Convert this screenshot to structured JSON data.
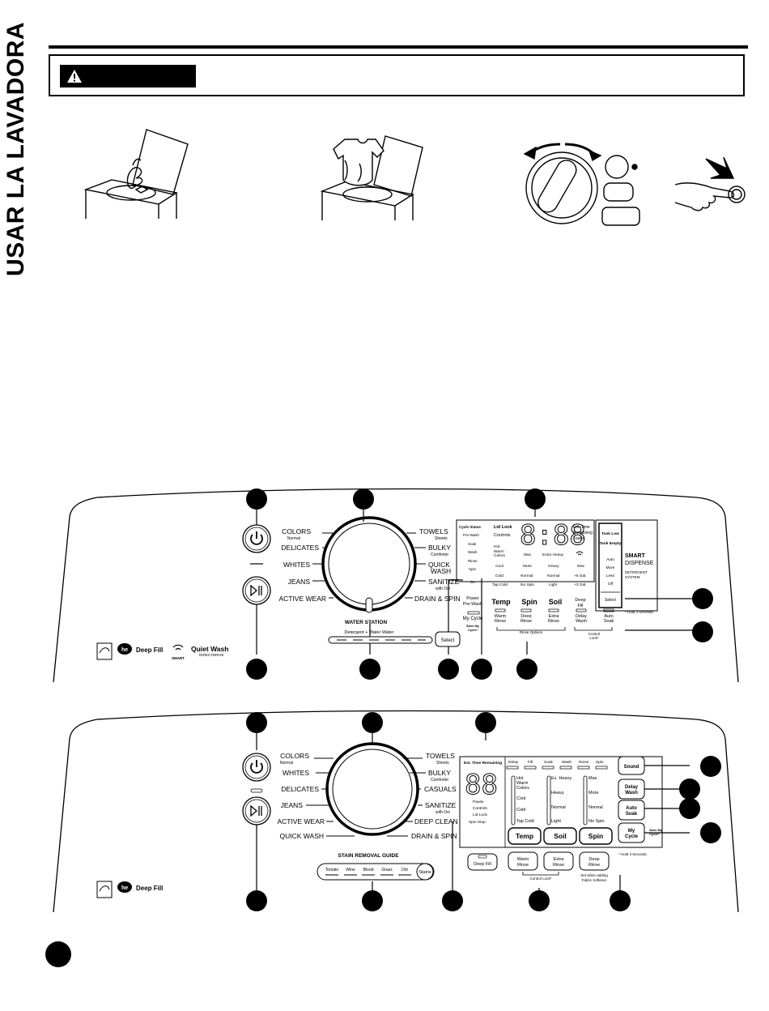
{
  "page": {
    "side_title": "USAR LA LAVADORA",
    "warning_label": ""
  },
  "panel1": {
    "cycles_left": [
      "COLORS",
      "DELICATES",
      "WHITES",
      "JEANS",
      "ACTIVE WEAR"
    ],
    "cycles_left_sub": [
      "Normal",
      "",
      "",
      "",
      ""
    ],
    "cycles_right": [
      "TOWELS",
      "BULKY",
      "QUICK",
      "SANITIZE",
      "DRAIN & SPIN"
    ],
    "cycles_right_sub": [
      "Sheets",
      "Comforter",
      "WASH",
      "with Oxi",
      ""
    ],
    "water_station": "WATER STATION",
    "water_station_labels": "Detergent + Water     Water",
    "select_button": "Select",
    "status_col": [
      "Cycle Status",
      "Pre-Wash",
      "Soak",
      "Wash",
      "Rinse",
      "Spin",
      "",
      "On"
    ],
    "lock_lines": [
      "Lid Lock",
      "Controls"
    ],
    "display_digits": "8:88",
    "est_time": [
      "Est. Time",
      "Remaining",
      "Loads"
    ],
    "temp_col": [
      "Hot",
      "Warm",
      "Colors",
      "Cool",
      "Cold",
      "Tap Cold"
    ],
    "spin_col": [
      "Max",
      "More",
      "Normal",
      "No Spin"
    ],
    "soil_col": [
      "Extra Heavy",
      "Heavy",
      "Normal",
      "Light"
    ],
    "fill_col": [
      "Max",
      "+5 Gal.",
      "+3 Gal."
    ],
    "buttons": [
      "Temp",
      "Spin",
      "Soil"
    ],
    "deep_fill": [
      "Deep",
      "Fill"
    ],
    "power_prewash": [
      "Power",
      "Pre-Wash"
    ],
    "my_cycle": "My Cycle",
    "save_my_cycle": [
      "Save My",
      "Cycle*"
    ],
    "rinse_buttons": [
      [
        "Warm",
        "Rinse"
      ],
      [
        "Deep",
        "Rinse"
      ],
      [
        "Extra",
        "Rinse"
      ]
    ],
    "rinse_options": "Rinse Options",
    "delay_wash": [
      "Delay",
      "Wash"
    ],
    "auto_soak": [
      "Auto",
      "Soak"
    ],
    "control_lock": [
      "Control",
      "Lock*"
    ],
    "hold_note": "* Hold 3 Seconds",
    "smart_dispense": {
      "tank": [
        "Tank Low",
        "Tank Empty"
      ],
      "levels": [
        "Auto",
        "More",
        "Less",
        "Off"
      ],
      "title": "SMART",
      "sub": "DISPENSE",
      "detergent": [
        "DETERGENT",
        "SYSTEM"
      ],
      "select": "Select"
    },
    "logos": [
      "Deep Fill",
      "SMART",
      "Quiet Wash",
      "DIRECTDRIVE"
    ]
  },
  "panel2": {
    "cycles_left": [
      "COLORS",
      "WHITES",
      "DELICATES",
      "JEANS",
      "ACTIVE WEAR",
      "QUICK WASH"
    ],
    "cycles_left_sub": [
      "Normal",
      "",
      "",
      "",
      "",
      ""
    ],
    "cycles_right": [
      "TOWELS",
      "BULKY",
      "CASUALS",
      "SANITIZE",
      "DEEP CLEAN",
      "DRAIN & SPIN"
    ],
    "cycles_right_sub": [
      "Sheets",
      "Comforter",
      "",
      "with Oxi",
      "",
      ""
    ],
    "stain_guide": "STAIN REMOVAL GUIDE",
    "stains": [
      "Tomato",
      "Wine",
      "Blood",
      "Grass",
      "Dirt"
    ],
    "stains_button": "Stains",
    "est_time": "Est. Time Remaining",
    "display_digits": "88",
    "status_lines": [
      "Pause",
      "Controls",
      "Lid Lock",
      "Spin Stop"
    ],
    "progress": [
      "Delay",
      "Fill",
      "Soak",
      "Wash",
      "Rinse",
      "Spin"
    ],
    "temp_col": [
      "Hot",
      "Warm",
      "Colors",
      "Cool",
      "Cold",
      "Tap Cold"
    ],
    "soil_col": [
      "Ex. Heavy",
      "Heavy",
      "Normal",
      "Light"
    ],
    "spin_col": [
      "Max",
      "More",
      "Normal",
      "No Spin"
    ],
    "buttons": [
      "Temp",
      "Soil",
      "Spin"
    ],
    "deep_fill": "Deep Fill",
    "rinse_buttons": [
      [
        "Warm",
        "Rinse"
      ],
      [
        "Extra",
        "Rinse"
      ],
      [
        "Deep",
        "Rinse"
      ]
    ],
    "control_lock": "Control Lock*",
    "deep_rinse_note": [
      "Set when adding",
      "Fabric Softener"
    ],
    "hold_note": "* Hold 3 Seconds",
    "right_buttons": [
      [
        "Sound"
      ],
      [
        "Delay",
        "Wash"
      ],
      [
        "Auto",
        "Soak"
      ],
      [
        "My",
        "Cycle"
      ]
    ],
    "save_my_cycle": [
      "Save My",
      "Cycle*"
    ],
    "logos": [
      "Deep Fill"
    ]
  }
}
